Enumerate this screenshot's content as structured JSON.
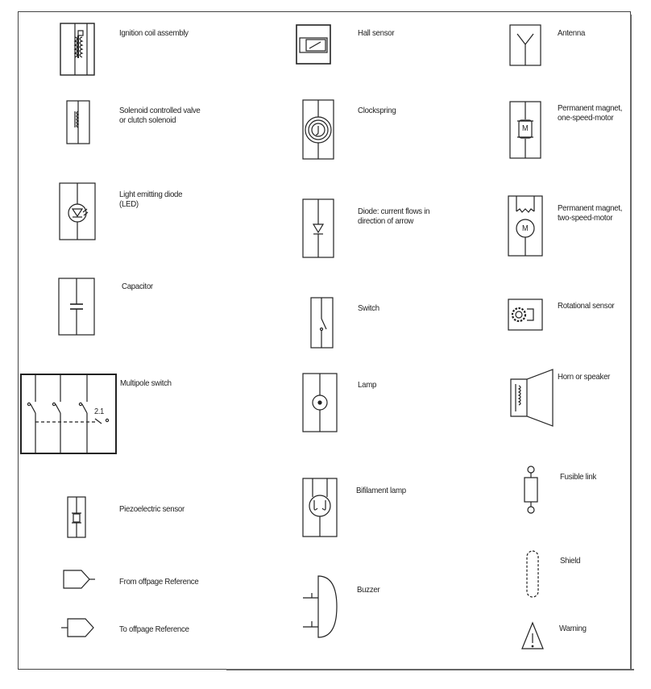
{
  "legend": {
    "col1": [
      {
        "key": "ignition",
        "label": "Ignition coil assembly",
        "icon": "ignition-coil-icon"
      },
      {
        "key": "solenoid",
        "label": "Solenoid controlled valve\nor clutch solenoid",
        "icon": "solenoid-icon"
      },
      {
        "key": "led",
        "label": "Light emitting diode\n(LED)",
        "icon": "led-icon"
      },
      {
        "key": "capacitor",
        "label": "Capacitor",
        "icon": "capacitor-icon"
      },
      {
        "key": "multipole",
        "label": "Multipole switch",
        "icon": "multipole-switch-icon"
      },
      {
        "key": "piezo",
        "label": "Piezoelectric sensor",
        "icon": "piezo-sensor-icon"
      },
      {
        "key": "fromoff",
        "label": "From offpage Reference",
        "icon": "from-offpage-icon"
      },
      {
        "key": "tooff",
        "label": "To offpage Reference",
        "icon": "to-offpage-icon"
      }
    ],
    "col2": [
      {
        "key": "hall",
        "label": "Hall sensor",
        "icon": "hall-sensor-icon"
      },
      {
        "key": "clock",
        "label": "Clockspring",
        "icon": "clockspring-icon"
      },
      {
        "key": "diode",
        "label": "Diode: current flows in\ndirection of arrow",
        "icon": "diode-icon"
      },
      {
        "key": "switch",
        "label": "Switch",
        "icon": "switch-icon"
      },
      {
        "key": "lamp",
        "label": "Lamp",
        "icon": "lamp-icon"
      },
      {
        "key": "bifil",
        "label": "Bifilament lamp",
        "icon": "bifilament-lamp-icon"
      },
      {
        "key": "buzzer",
        "label": "Buzzer",
        "icon": "buzzer-icon"
      }
    ],
    "col3": [
      {
        "key": "antenna",
        "label": "Antenna",
        "icon": "antenna-icon"
      },
      {
        "key": "pm1",
        "label": "Permanent magnet,\none-speed-motor",
        "icon": "motor-one-speed-icon"
      },
      {
        "key": "pm2",
        "label": "Permanent magnet,\ntwo-speed-motor",
        "icon": "motor-two-speed-icon"
      },
      {
        "key": "rot",
        "label": "Rotational sensor",
        "icon": "rotational-sensor-icon"
      },
      {
        "key": "horn",
        "label": "Horn or speaker",
        "icon": "horn-icon"
      },
      {
        "key": "fuse",
        "label": "Fusible link",
        "icon": "fusible-link-icon"
      },
      {
        "key": "shield",
        "label": "Shield",
        "icon": "shield-icon"
      },
      {
        "key": "warn",
        "label": "Warning",
        "icon": "warning-icon"
      }
    ],
    "multipole_number": "2.1"
  }
}
